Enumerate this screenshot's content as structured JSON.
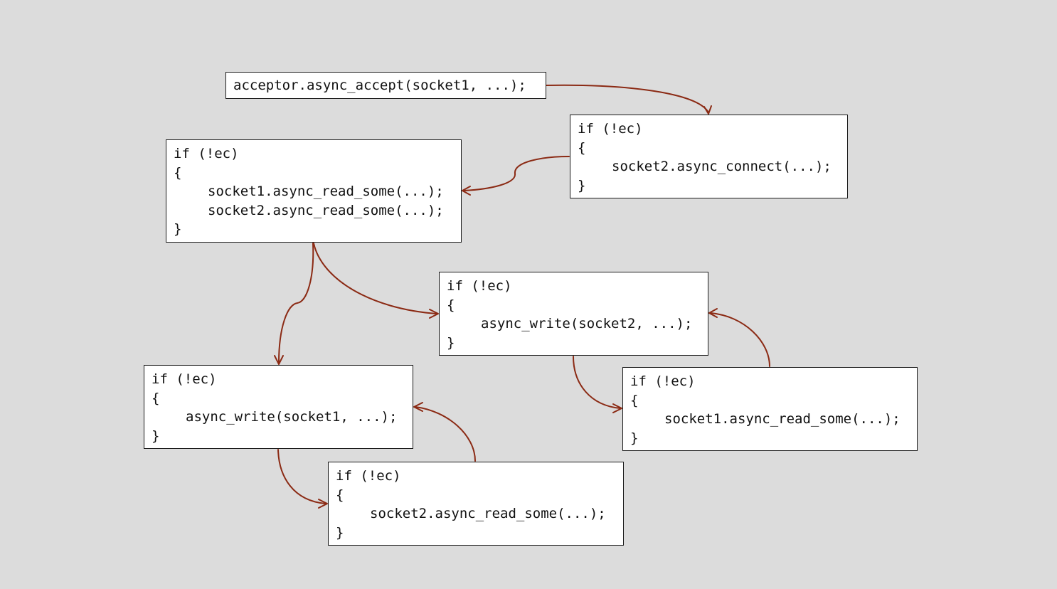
{
  "colors": {
    "background": "#dcdcdc",
    "box_fill": "#ffffff",
    "box_border": "#1a1a1a",
    "arrow": "#8b2a14",
    "text": "#111111"
  },
  "boxes": {
    "accept": {
      "lines": [
        "acceptor.async_accept(socket1, ...);"
      ]
    },
    "connect": {
      "lines": [
        "if (!ec)",
        "{",
        "socket2.async_connect(...);",
        "}"
      ]
    },
    "read_both": {
      "lines": [
        "if (!ec)",
        "{",
        "socket1.async_read_some(...);",
        "socket2.async_read_some(...);",
        "}"
      ]
    },
    "write2": {
      "lines": [
        "if (!ec)",
        "{",
        "async_write(socket2, ...);",
        "}"
      ]
    },
    "write1": {
      "lines": [
        "if (!ec)",
        "{",
        "async_write(socket1, ...);",
        "}"
      ]
    },
    "read1": {
      "lines": [
        "if (!ec)",
        "{",
        "socket1.async_read_some(...);",
        "}"
      ]
    },
    "read2": {
      "lines": [
        "if (!ec)",
        "{",
        "socket2.async_read_some(...);",
        "}"
      ]
    }
  },
  "arrows": [
    {
      "from": "accept",
      "to": "connect"
    },
    {
      "from": "connect",
      "to": "read_both"
    },
    {
      "from": "read_both",
      "to": "write1"
    },
    {
      "from": "read_both",
      "to": "write2"
    },
    {
      "from": "write2",
      "to": "read1"
    },
    {
      "from": "read1",
      "to": "write2"
    },
    {
      "from": "write1",
      "to": "read2"
    },
    {
      "from": "read2",
      "to": "write1"
    }
  ]
}
